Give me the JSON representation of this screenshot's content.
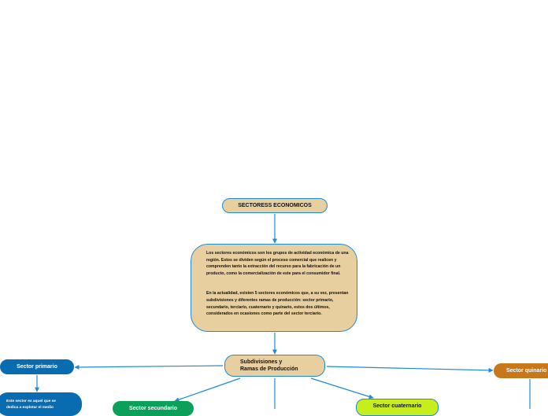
{
  "nodes": {
    "title": "SECTORESS ECONOMICOS",
    "description_p1": "Los sectores económicos son los grupos de actividad económica de una región. Estos se dividen según el proceso comercial que realicen y comprenden tanto la extracción del recurso para la fabricación de un producto, como la comercialización de este para el consumidor final.",
    "description_p2": "En la actualidad, existen 5 sectores económicos que, a su vez, presentan subdivisiones y diferentes ramas de producción: sector primario, secundario, terciario, cuaternario y quinario, estos dos últimos, considerados en ocasiones como parte del sector terciario.",
    "subdivisions_line1": "Subdivisiones y",
    "subdivisions_line2": "Ramas de Producción",
    "primario": "Sector primario",
    "primario_desc_line1": "Este sector es aquel que se",
    "primario_desc_line2": "dedica a explotar el medio",
    "secundario": "Sector secundario",
    "cuaternario": "Sector cuaternario",
    "quinario": "Sector quinario"
  },
  "colors": {
    "connector": "#1f8ad6",
    "main_node": "#e8cfa0",
    "primario": "#0a6cb0",
    "secundario": "#0aa05a",
    "cuaternario": "#c6ee1c",
    "quinario": "#c8771a"
  }
}
